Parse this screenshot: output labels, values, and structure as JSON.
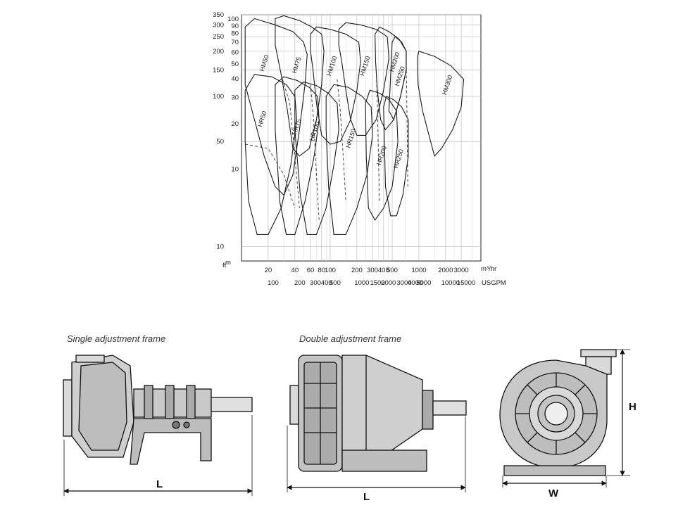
{
  "chart_data": {
    "type": "line",
    "title": "",
    "x_axis_primary": {
      "unit": "m³/hr",
      "ticks": [
        "20",
        "40",
        "60",
        "80",
        "100",
        "200",
        "300",
        "400",
        "500",
        "1000",
        "2000",
        "3000"
      ]
    },
    "x_axis_secondary": {
      "unit": "USGPM",
      "ticks": [
        "100",
        "200",
        "300",
        "400",
        "500",
        "1000",
        "1500",
        "2000",
        "3000",
        "4000",
        "5000",
        "10000",
        "15000"
      ]
    },
    "y_axis_ft": {
      "unit": "ft",
      "ticks": [
        "10",
        "50",
        "100",
        "150",
        "200",
        "250",
        "300",
        "350"
      ]
    },
    "y_axis_m": {
      "unit": "m",
      "ticks": [
        "10",
        "20",
        "30",
        "40",
        "50",
        "60",
        "70",
        "80",
        "90",
        "100"
      ]
    },
    "series": [
      {
        "name": "HM50"
      },
      {
        "name": "HM75"
      },
      {
        "name": "HM100"
      },
      {
        "name": "HM150"
      },
      {
        "name": "HM200"
      },
      {
        "name": "HM250"
      },
      {
        "name": "HM300"
      },
      {
        "name": "HR50"
      },
      {
        "name": "HR75"
      },
      {
        "name": "HR100"
      },
      {
        "name": "HR150"
      },
      {
        "name": "HR200"
      },
      {
        "name": "HR250"
      }
    ]
  },
  "drawings": {
    "single": {
      "title": "Single adjustment frame",
      "dimension": "L"
    },
    "double": {
      "title": "Double adjustment frame",
      "dimension": "L"
    },
    "end_view": {
      "width_label": "W",
      "height_label": "H"
    }
  }
}
